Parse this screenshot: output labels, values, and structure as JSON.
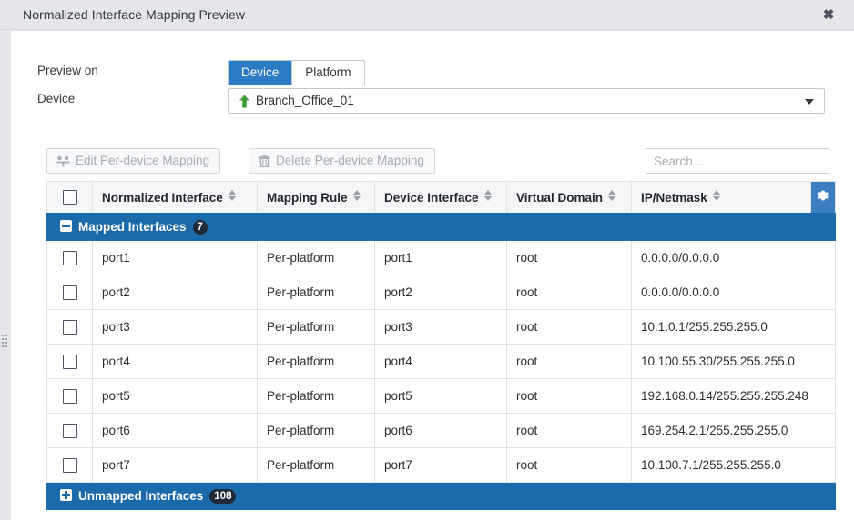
{
  "dialog": {
    "title": "Normalized Interface Mapping Preview",
    "close_label": "✖"
  },
  "form": {
    "preview_on_label": "Preview on",
    "segments": [
      {
        "label": "Device",
        "active": true
      },
      {
        "label": "Platform",
        "active": false
      }
    ],
    "device_label": "Device",
    "device_value": "Branch_Office_01",
    "device_status_icon": "green-up-arrow-icon",
    "dropdown_icon": "chevron-down-icon"
  },
  "toolbar": {
    "edit_label": "Edit Per-device Mapping",
    "edit_icon": "edit-mapping-icon",
    "edit_disabled": true,
    "delete_label": "Delete Per-device Mapping",
    "delete_icon": "trash-icon",
    "delete_disabled": true,
    "search_placeholder": "Search...",
    "search_value": ""
  },
  "table": {
    "settings_icon": "gear-icon",
    "columns": [
      {
        "key": "normalized_interface",
        "label": "Normalized Interface",
        "sortable": true
      },
      {
        "key": "mapping_rule",
        "label": "Mapping Rule",
        "sortable": true
      },
      {
        "key": "device_interface",
        "label": "Device Interface",
        "sortable": true
      },
      {
        "key": "virtual_domain",
        "label": "Virtual Domain",
        "sortable": true
      },
      {
        "key": "ip_netmask",
        "label": "IP/Netmask",
        "sortable": true
      }
    ],
    "groups": [
      {
        "label": "Mapped Interfaces",
        "count": "7",
        "expanded": true,
        "toggle_icon": "minus-square-icon"
      },
      {
        "label": "Unmapped Interfaces",
        "count": "108",
        "expanded": false,
        "toggle_icon": "plus-square-icon"
      }
    ],
    "rows": [
      {
        "normalized_interface": "port1",
        "mapping_rule": "Per-platform",
        "device_interface": "port1",
        "virtual_domain": "root",
        "ip_netmask": "0.0.0.0/0.0.0.0"
      },
      {
        "normalized_interface": "port2",
        "mapping_rule": "Per-platform",
        "device_interface": "port2",
        "virtual_domain": "root",
        "ip_netmask": "0.0.0.0/0.0.0.0"
      },
      {
        "normalized_interface": "port3",
        "mapping_rule": "Per-platform",
        "device_interface": "port3",
        "virtual_domain": "root",
        "ip_netmask": "10.1.0.1/255.255.255.0"
      },
      {
        "normalized_interface": "port4",
        "mapping_rule": "Per-platform",
        "device_interface": "port4",
        "virtual_domain": "root",
        "ip_netmask": "10.100.55.30/255.255.255.0"
      },
      {
        "normalized_interface": "port5",
        "mapping_rule": "Per-platform",
        "device_interface": "port5",
        "virtual_domain": "root",
        "ip_netmask": "192.168.0.14/255.255.255.248"
      },
      {
        "normalized_interface": "port6",
        "mapping_rule": "Per-platform",
        "device_interface": "port6",
        "virtual_domain": "root",
        "ip_netmask": "169.254.2.1/255.255.255.0"
      },
      {
        "normalized_interface": "port7",
        "mapping_rule": "Per-platform",
        "device_interface": "port7",
        "virtual_domain": "root",
        "ip_netmask": "10.100.7.1/255.255.255.0"
      }
    ]
  },
  "colors": {
    "accent_blue": "#1b6bab",
    "segment_active": "#2b7cc4",
    "gear_button": "#3c7fc0",
    "device_online_green": "#3f9c35",
    "window_chrome": "#e4e6e9"
  }
}
